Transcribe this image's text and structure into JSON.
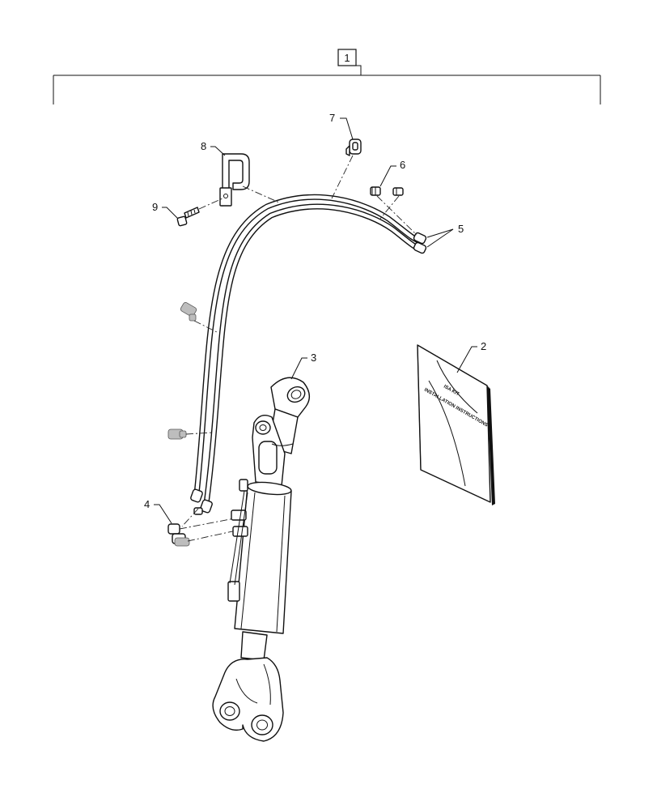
{
  "callouts": {
    "kit": "1",
    "manual": "2",
    "cylinder": "3",
    "fitting_lower": "4",
    "hoses": "5",
    "fitting_upper": "6",
    "clamp": "7",
    "bracket": "8",
    "bolt": "9"
  },
  "manual_cover": {
    "line1": "ISA KIT",
    "line2": "INSTALLATION INSTRUCTIONS"
  }
}
